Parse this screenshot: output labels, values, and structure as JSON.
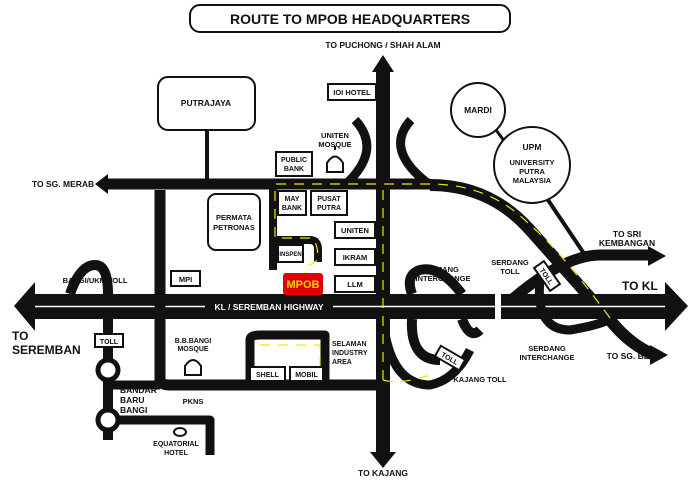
{
  "title": "ROUTE TO MPOB HEADQUARTERS",
  "destinations": {
    "puchong": "TO PUCHONG / SHAH ALAM",
    "sg_merab": "TO SG. MERAB",
    "seremban_1": "TO",
    "seremban_2": "SEREMBAN",
    "kl": "TO KL",
    "sri_kembangan_1": "TO SRI",
    "sri_kembangan_2": "KEMBANGAN",
    "sg_besi": "TO SG. BESI",
    "kajang": "TO KAJANG"
  },
  "highway": "KL / SEREMBAN HIGHWAY",
  "landmarks": {
    "putrajaya": "PUTRAJAYA",
    "ioi_hotel": "IOI HOTEL",
    "uniten_mosque_1": "UNITEN",
    "uniten_mosque_2": "MOSQUE",
    "public_bank_1": "PUBLIC",
    "public_bank_2": "BANK",
    "may_bank_1": "MAY",
    "may_bank_2": "BANK",
    "pusat_putra_1": "PUSAT",
    "pusat_putra_2": "PUTRA",
    "permata_1": "PERMATA",
    "permata_2": "PETRONAS",
    "inspen": "INSPEN",
    "mpob": "MPOB",
    "uniten": "UNITEN",
    "ikram": "IKRAM",
    "llm": "LLM",
    "mpi": "MPI",
    "mardi": "MARDI",
    "upm_1": "UPM",
    "upm_2": "UNIVERSITY",
    "upm_3": "PUTRA",
    "upm_4": "MALAYSIA",
    "bangi_toll": "BANGI/UKM TOLL",
    "kajang_ic_1": "KAJANG",
    "kajang_ic_2": "INTERCHANGE",
    "serdang_toll_1": "SERDANG",
    "serdang_toll_2": "TOLL",
    "serdang_ic_1": "SERDANG",
    "serdang_ic_2": "INTERCHANGE",
    "kajang_toll": "KAJANG TOLL",
    "bb_mosque_1": "B.B.BANGI",
    "bb_mosque_2": "MOSQUE",
    "selaman_1": "SELAMAN",
    "selaman_2": "INDUSTRY",
    "selaman_3": "AREA",
    "shell": "SHELL",
    "mobil": "MOBIL",
    "bandar_1": "BANDAR",
    "bandar_2": "BARU",
    "bandar_3": "BANGI",
    "pkns": "PKNS",
    "equatorial_1": "EQUATORIAL",
    "equatorial_2": "HOTEL",
    "toll": "TOLL"
  },
  "colors": {
    "road": "#111111",
    "route": "#f2e600",
    "mpob": "#e00000",
    "mpob_text": "#ffd400"
  }
}
